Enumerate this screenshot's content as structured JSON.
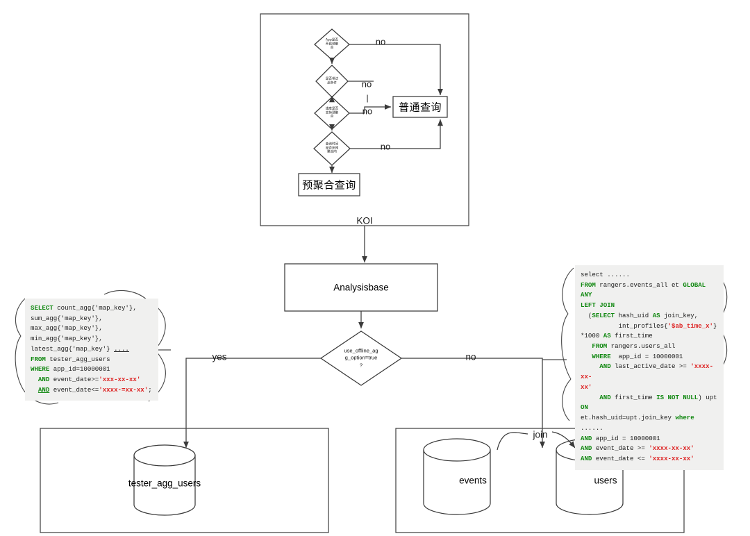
{
  "diagram": {
    "title_label": "KOI",
    "engine_box": "Analysisbase",
    "decisions": [
      {
        "id": "d1",
        "text": "App是否\n开启预聚\n合",
        "branch_label": "no"
      },
      {
        "id": "d2",
        "text": "是否带过\n滤条件",
        "branch_label": "no"
      },
      {
        "id": "d3",
        "text": "维度是否\n支持预聚\n合",
        "branch_label": "no"
      },
      {
        "id": "d4",
        "text": "查询时间\n是否在预\n聚合内",
        "branch_label": "no"
      }
    ],
    "outcome_normal": "普通查询",
    "outcome_preagg": "预聚合查询",
    "pipe_separator": "|",
    "main_decision": "use_offline_ag\ng_option=true\n?",
    "branch_yes": "yes",
    "branch_no": "no",
    "join_label": "join",
    "tables": [
      {
        "name": "tester_agg_users"
      },
      {
        "name": "events"
      },
      {
        "name": "users"
      }
    ]
  },
  "sql_left": {
    "lines": [
      [
        [
          "kw",
          "SELECT"
        ],
        [
          "n",
          " count_agg{'map_key'},"
        ]
      ],
      [
        [
          "n",
          "sum_agg{'map_key'},"
        ]
      ],
      [
        [
          "n",
          "max_agg{'map_key'},"
        ]
      ],
      [
        [
          "n",
          "min_agg{'map_key'},"
        ]
      ],
      [
        [
          "n",
          "latest_agg{'map_key'} "
        ],
        [
          "u",
          "...."
        ]
      ],
      [
        [
          "kw",
          "FROM"
        ],
        [
          "n",
          " tester_agg_users"
        ]
      ],
      [
        [
          "kw",
          "WHERE"
        ],
        [
          "n",
          " app_id=10000001"
        ]
      ],
      [
        [
          "n",
          "  "
        ],
        [
          "kw",
          "AND"
        ],
        [
          "n",
          " event_date>="
        ],
        [
          "str",
          "'xxx-xx-xx'"
        ]
      ],
      [
        [
          "n",
          "  "
        ],
        [
          "kwu",
          "AND"
        ],
        [
          "n",
          " event_date<="
        ],
        [
          "str",
          "'xxxx-=xx-xx'"
        ],
        [
          "n",
          ";"
        ]
      ]
    ]
  },
  "sql_right": {
    "lines": [
      [
        [
          "n",
          "select ......"
        ]
      ],
      [
        [
          "kw",
          "FROM"
        ],
        [
          "n",
          " rangers.events_all et "
        ],
        [
          "kw",
          "GLOBAL ANY"
        ]
      ],
      [
        [
          "kw",
          "LEFT JOIN"
        ]
      ],
      [
        [
          "n",
          "  ("
        ],
        [
          "kw",
          "SELECT"
        ],
        [
          "n",
          " hash_uid "
        ],
        [
          "kw",
          "AS"
        ],
        [
          "n",
          " join_key,"
        ]
      ],
      [
        [
          "n",
          "          int_profiles{"
        ],
        [
          "str",
          "'$ab_time_x'"
        ],
        [
          "n",
          "}"
        ]
      ],
      [
        [
          "n",
          "*1000 "
        ],
        [
          "kw",
          "AS"
        ],
        [
          "n",
          " first_time"
        ]
      ],
      [
        [
          "n",
          "   "
        ],
        [
          "kw",
          "FROM"
        ],
        [
          "n",
          " rangers.users_all"
        ]
      ],
      [
        [
          "n",
          "   "
        ],
        [
          "kw",
          "WHERE"
        ],
        [
          "n",
          "  app_id = 10000001"
        ]
      ],
      [
        [
          "n",
          "     "
        ],
        [
          "kw",
          "AND"
        ],
        [
          "n",
          " last_active_date >= "
        ],
        [
          "str",
          "'xxxx-xx-"
        ]
      ],
      [
        [
          "str",
          "xx'"
        ]
      ],
      [
        [
          "n",
          "     "
        ],
        [
          "kw",
          "AND"
        ],
        [
          "n",
          " first_time "
        ],
        [
          "kw",
          "IS NOT NULL"
        ],
        [
          "n",
          ") upt "
        ],
        [
          "kw",
          "ON"
        ]
      ],
      [
        [
          "n",
          "et.hash_uid=upt.join_key "
        ],
        [
          "kw",
          "where"
        ],
        [
          "n",
          " ......"
        ]
      ],
      [
        [
          "kw",
          "AND"
        ],
        [
          "n",
          " app_id = 10000001"
        ]
      ],
      [
        [
          "kw",
          "AND"
        ],
        [
          "n",
          " event_date >= "
        ],
        [
          "str",
          "'xxxx-xx-xx'"
        ]
      ],
      [
        [
          "kw",
          "AND"
        ],
        [
          "n",
          " event_date <= "
        ],
        [
          "str",
          "'xxxx-xx-xx'"
        ]
      ]
    ]
  },
  "colors": {
    "stroke": "#333333",
    "keyword": "#118811",
    "string": "#dd2222",
    "panel_bg": "#f0f0ef"
  }
}
